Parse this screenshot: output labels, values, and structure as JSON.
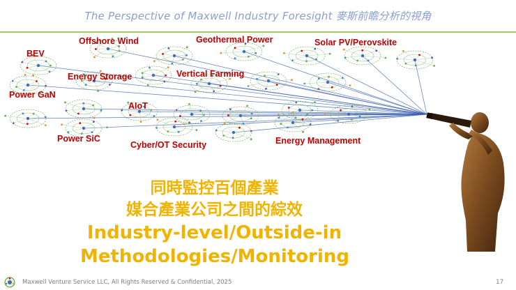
{
  "header": {
    "title": "The Perspective of Maxwell Industry Foresight 麥斯前瞻分析的視角"
  },
  "colors": {
    "accent_rule": "#9ccf5a",
    "label_red": "#c00000",
    "headline_gold": "#f0b400",
    "ray_blue": "#3a5fb0",
    "figure_brown": "#8a5a2b"
  },
  "industries": [
    {
      "label": "BEV"
    },
    {
      "label": "Offshore Wind"
    },
    {
      "label": "Geothermal Power"
    },
    {
      "label": "Solar PV/Perovskite"
    },
    {
      "label": "Energy Storage"
    },
    {
      "label": "Vertical Farming"
    },
    {
      "label": "Power GaN"
    },
    {
      "label": "AIoT"
    },
    {
      "label": "Power SiC"
    },
    {
      "label": "Cyber/OT Security"
    },
    {
      "label": "Energy Management"
    }
  ],
  "headline": {
    "line1": "同時監控百個產業",
    "line2": "媒合產業公司之間的綜效",
    "line3": "Industry-level/Outside-in",
    "line4": "Methodologies/Monitoring"
  },
  "figure": {
    "icon": "telescope-observer-icon"
  },
  "footer": {
    "copyright": "Maxwell Venture Service LLC, All Rights Reserved & Confidential, 2025",
    "page_number": "17",
    "logo": "maxwell-logo-icon"
  }
}
